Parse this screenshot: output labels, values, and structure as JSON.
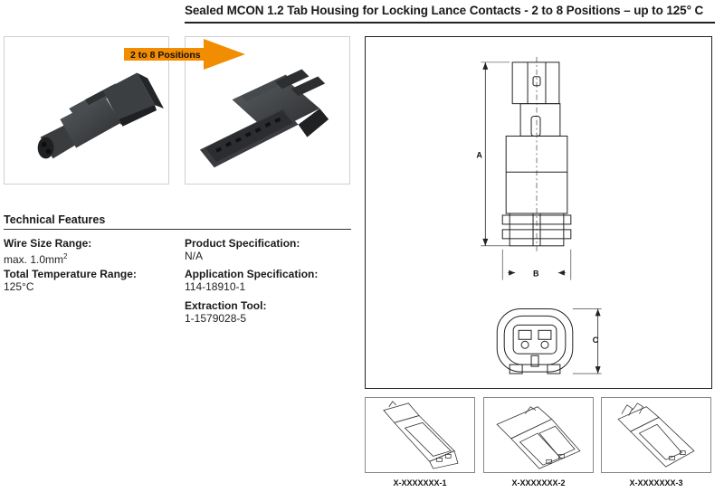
{
  "header": {
    "title": "Sealed MCON 1.2 Tab Housing for Locking Lance Contacts - 2 to 8 Positions – up to 125° C"
  },
  "callout": {
    "positions_label": "2 to 8 Positions",
    "arrow_color": "#F28C00"
  },
  "technical_features": {
    "heading": "Technical Features",
    "wire_size_label": "Wire Size Range:",
    "wire_size_value": "max. 1.0mm",
    "wire_size_sup": "2",
    "temperature_label": "Total Temperature Range:",
    "temperature_value": "125°C",
    "product_spec_label": "Product Specification:",
    "product_spec_value": "N/A",
    "application_spec_label": "Application Specification:",
    "application_spec_value": "114-18910-1",
    "extraction_tool_label": "Extraction Tool:",
    "extraction_tool_value": "1-1579028-5"
  },
  "drawing": {
    "dim_a": "A",
    "dim_b": "B",
    "dim_c": "C"
  },
  "variants": [
    {
      "label": "X-XXXXXXX-1"
    },
    {
      "label": "X-XXXXXXX-2"
    },
    {
      "label": "X-XXXXXXX-3"
    }
  ]
}
